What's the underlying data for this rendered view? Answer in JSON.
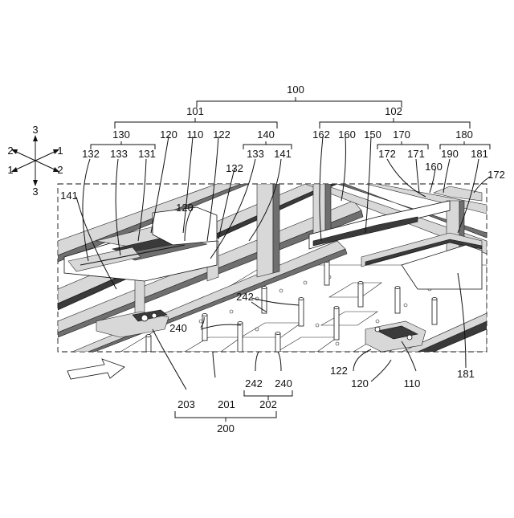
{
  "labels": {
    "n100": "100",
    "n101": "101",
    "n102": "102",
    "n130": "130",
    "n120a": "120",
    "n110a": "110",
    "n122a": "122",
    "n140": "140",
    "n162": "162",
    "n160a": "160",
    "n150": "150",
    "n170": "170",
    "n180": "180",
    "n132a": "132",
    "n133a": "133",
    "n131": "131",
    "n133b": "133",
    "n141a": "141",
    "n172a": "172",
    "n171": "171",
    "n190": "190",
    "n181a": "181",
    "n160b": "160",
    "n172b": "172",
    "n141b": "141",
    "n120b": "120",
    "n132b": "132",
    "n242a": "242",
    "n240a": "240",
    "n122b": "122",
    "n120c": "120",
    "n110b": "110",
    "n181b": "181",
    "n242b": "242",
    "n240b": "240",
    "n203": "203",
    "n201": "201",
    "n202": "202",
    "n200": "200"
  },
  "axes": {
    "up": "3",
    "down": "3",
    "left_upper": "2",
    "right_upper": "1",
    "left_lower": "1",
    "right_lower": "2"
  }
}
